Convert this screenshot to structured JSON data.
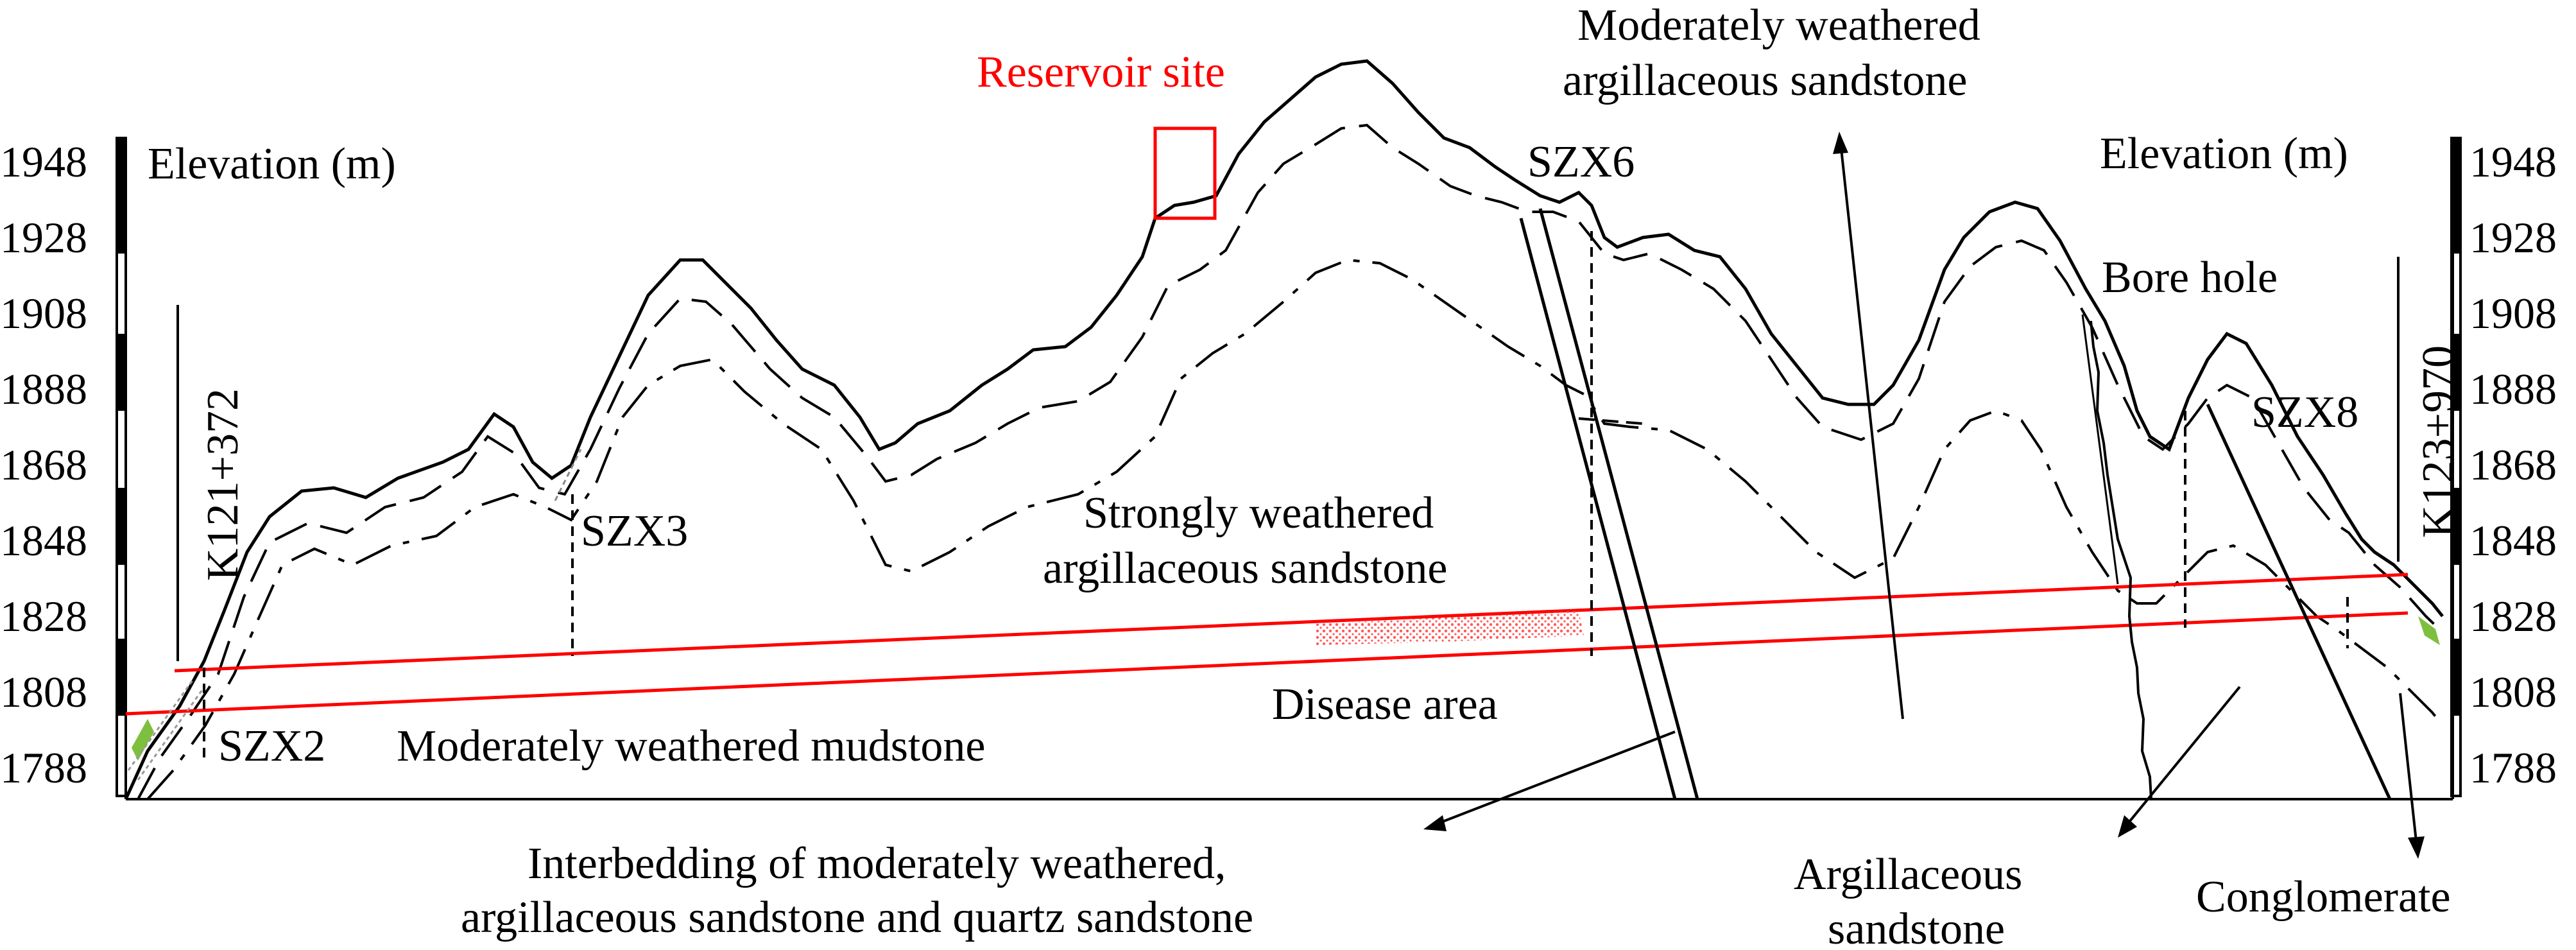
{
  "elevation_axis": {
    "left_title": "Elevation (m)",
    "right_title": "Elevation (m)",
    "ticks": [
      "1948",
      "1928",
      "1908",
      "1888",
      "1868",
      "1848",
      "1828",
      "1808",
      "1788"
    ]
  },
  "stations": {
    "left": "K121+372",
    "right": "K123+970"
  },
  "boreholes": [
    "SZX2",
    "SZX3",
    "SZX6",
    "SZX8"
  ],
  "labels": {
    "reservoir": "Reservoir site",
    "moderately_weathered_sandstone_1": "Moderately weathered",
    "moderately_weathered_sandstone_2": "argillaceous sandstone",
    "strongly_weathered_1": "Strongly weathered",
    "strongly_weathered_2": "argillaceous sandstone",
    "disease_area": "Disease area",
    "mudstone": "Moderately weathered mudstone",
    "interbedding_1": "Interbedding of moderately weathered,",
    "interbedding_2": "argillaceous sandstone and quartz sandstone",
    "argillaceous_1": "Argillaceous",
    "argillaceous_2": "sandstone",
    "bore_hole": "Bore hole",
    "conglomerate": "Conglomerate"
  },
  "colors": {
    "sliding_surface": "#ff0000",
    "reservoir": "#ff0000",
    "disease_area": "#ff5a5a",
    "fill_green": "#7fbf3f"
  }
}
